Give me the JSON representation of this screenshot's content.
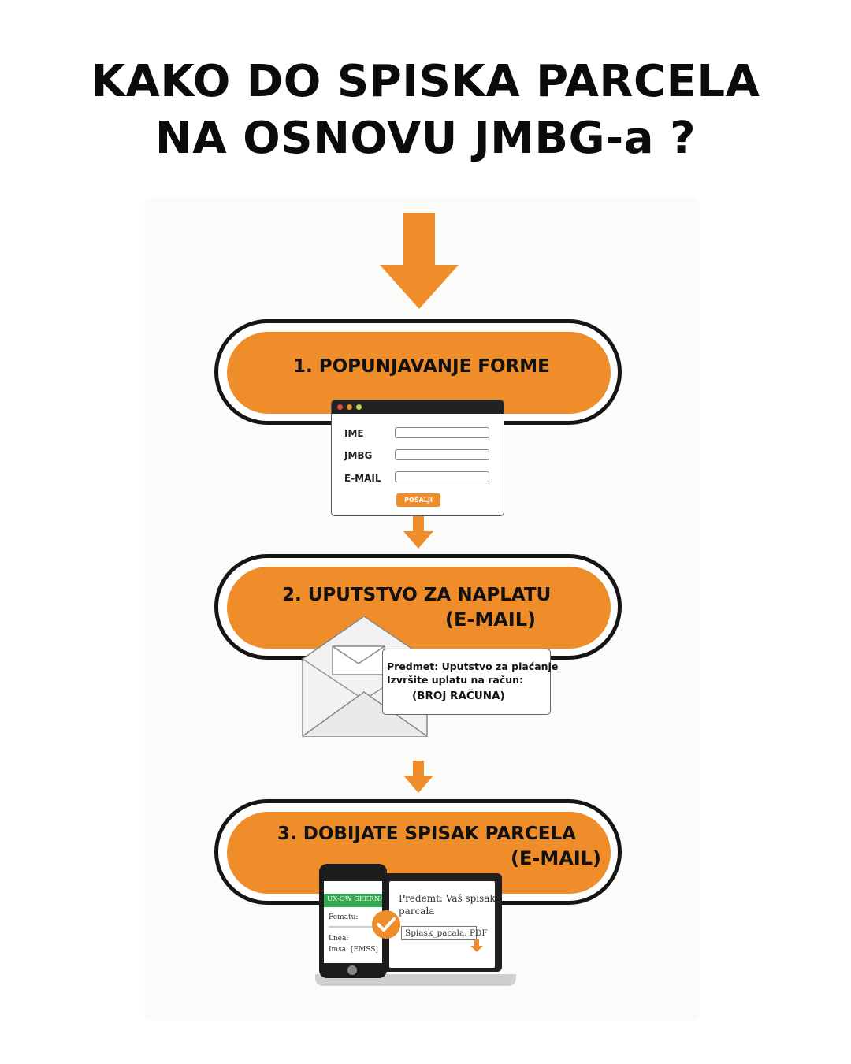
{
  "title": {
    "line1": "KAKO DO SPISKA PARCELA",
    "line2": "NA OSNOVU JMBG-a ?"
  },
  "steps": [
    {
      "label": "1. POPUNJAVANJE FORME"
    },
    {
      "label": "2. UPUTSTVO ZA NAPLATU",
      "sublabel": "(E-MAIL)"
    },
    {
      "label": "3. DOBIJATE SPISAK PARCELA",
      "sublabel": "(E-MAIL)"
    }
  ],
  "form": {
    "fields": [
      "IME",
      "JMBG",
      "E-MAIL"
    ],
    "button": "POŠALJI"
  },
  "payment_email": {
    "subject": "Predmet: Uputstvo za plaćanje",
    "instruction": "Izvršite uplatu na račun:",
    "account": "(BROJ RAČUNA)"
  },
  "delivery": {
    "phone_header": "UX-OW GEERNA",
    "phone_line1": "Fematu:",
    "phone_line2": "Lnea:",
    "phone_line3": "Imsa: [EMSS]",
    "laptop_subject": "Predemt: Vaš spisak",
    "laptop_subject2": "parcala",
    "attachment": "Spiask_pacala. PDF"
  },
  "colors": {
    "accent": "#ef8d2a",
    "outline": "#151515",
    "text": "#0b0b0b",
    "phone_header": "#35a853"
  },
  "icons": [
    "arrow-down-icon",
    "browser-window-icon",
    "envelope-icon",
    "checkmark-icon",
    "download-arrow-icon",
    "phone-icon",
    "laptop-icon"
  ]
}
